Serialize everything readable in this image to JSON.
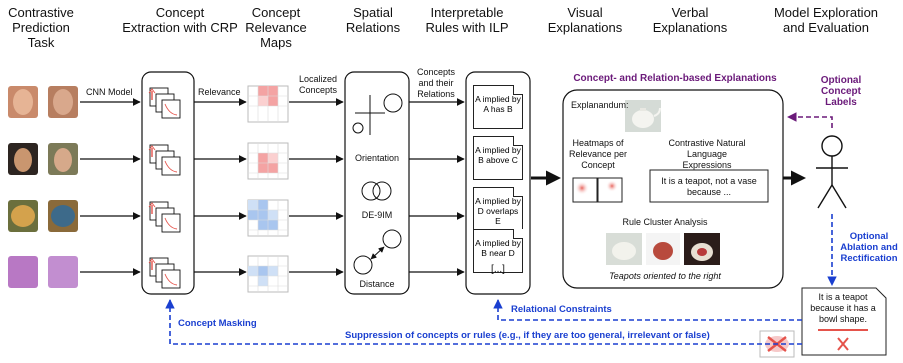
{
  "headers": {
    "col1": "Contrastive\nPrediction\nTask",
    "col2": "Concept\nExtraction with CRP",
    "col3": "Concept\nRelevance\nMaps",
    "col4": "Spatial\nRelations",
    "col5": "Interpretable\nRules with ILP",
    "col6": "Visual\nExplanations",
    "col7": "Verbal\nExplanations",
    "col8": "Model Exploration\nand Evaluation"
  },
  "labels": {
    "cnn_model": "CNN Model",
    "relevance": "Relevance",
    "localized_concepts": "Localized\nConcepts",
    "concepts_relations": "Concepts\nand their\nRelations",
    "orientation": "Orientation",
    "de9im": "DE-9IM",
    "distance": "Distance"
  },
  "rules": [
    "A implied by\nA has B",
    "A implied by\nB above C",
    "A implied by\nD overlaps E",
    "A implied by\nB near D",
    "[...]"
  ],
  "explanation_box": {
    "title": "Concept- and Relation-based Explanations",
    "explanandum": "Explanandum:",
    "heatmaps_label": "Heatmaps of\nRelevance per\nConcept",
    "contrastive_label": "Contrastive Natural\nLanguage\nExpressions",
    "contrastive_text": "It is a teapot, not a vase\nbecause ...",
    "rule_cluster": "Rule Cluster Analysis",
    "teapots_caption": "Teapots oriented to the right"
  },
  "optional": {
    "concept_labels": "Optional\nConcept\nLabels",
    "ablation": "Optional\nAblation and\nRectification"
  },
  "feedback": {
    "concept_masking": "Concept Masking",
    "relational_constraints": "Relational Constraints",
    "suppression": "Suppression of concepts or rules (e.g., if they are too general, irrelevant or false)",
    "speech": "It is a teapot\nbecause it has a\nbowl shape."
  },
  "colors": {
    "purple": "#6b1a7a",
    "blue": "#1a3fd0",
    "red": "#e5534b",
    "relevance_red": "#f4a3a3",
    "relevance_blue": "#a9c6ef"
  }
}
